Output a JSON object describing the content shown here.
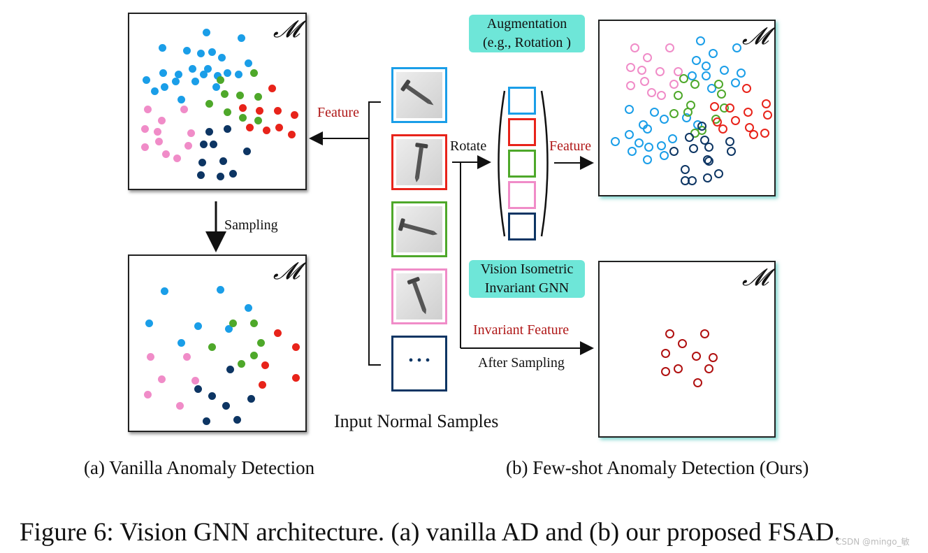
{
  "panels": {
    "manifold_symbol": "𝓜"
  },
  "labels": {
    "feature_left": "Feature",
    "sampling": "Sampling",
    "rotate": "Rotate",
    "feature_right": "Feature",
    "augmentation_line1": "Augmentation",
    "augmentation_line2": "(e.g., Rotation )",
    "gnn_line1": "Vision Isometric",
    "gnn_line2": "Invariant GNN",
    "invariant_feature": "Invariant Feature",
    "after_sampling": "After Sampling",
    "input_samples": "Input Normal Samples",
    "ellipsis": "• • •"
  },
  "captions": {
    "a": "(a) Vanilla Anomaly Detection",
    "b": "(b) Few-shot Anomaly Detection (Ours)",
    "figure": "Figure 6: Vision GNN architecture. (a) vanilla AD and (b) our proposed FSAD."
  },
  "watermark": "CSDN @mingo_敏",
  "colors": {
    "light_blue": "#1a9ee8",
    "red": "#e8231a",
    "green": "#4ea82a",
    "pink": "#f08cc8",
    "navy": "#0d3563",
    "dark_red": "#b01010",
    "teal": "#6ee6d8"
  },
  "sample_border_colors": [
    "#1a9ee8",
    "#e8231a",
    "#4ea82a",
    "#f08cc8",
    "#0d3563"
  ]
}
